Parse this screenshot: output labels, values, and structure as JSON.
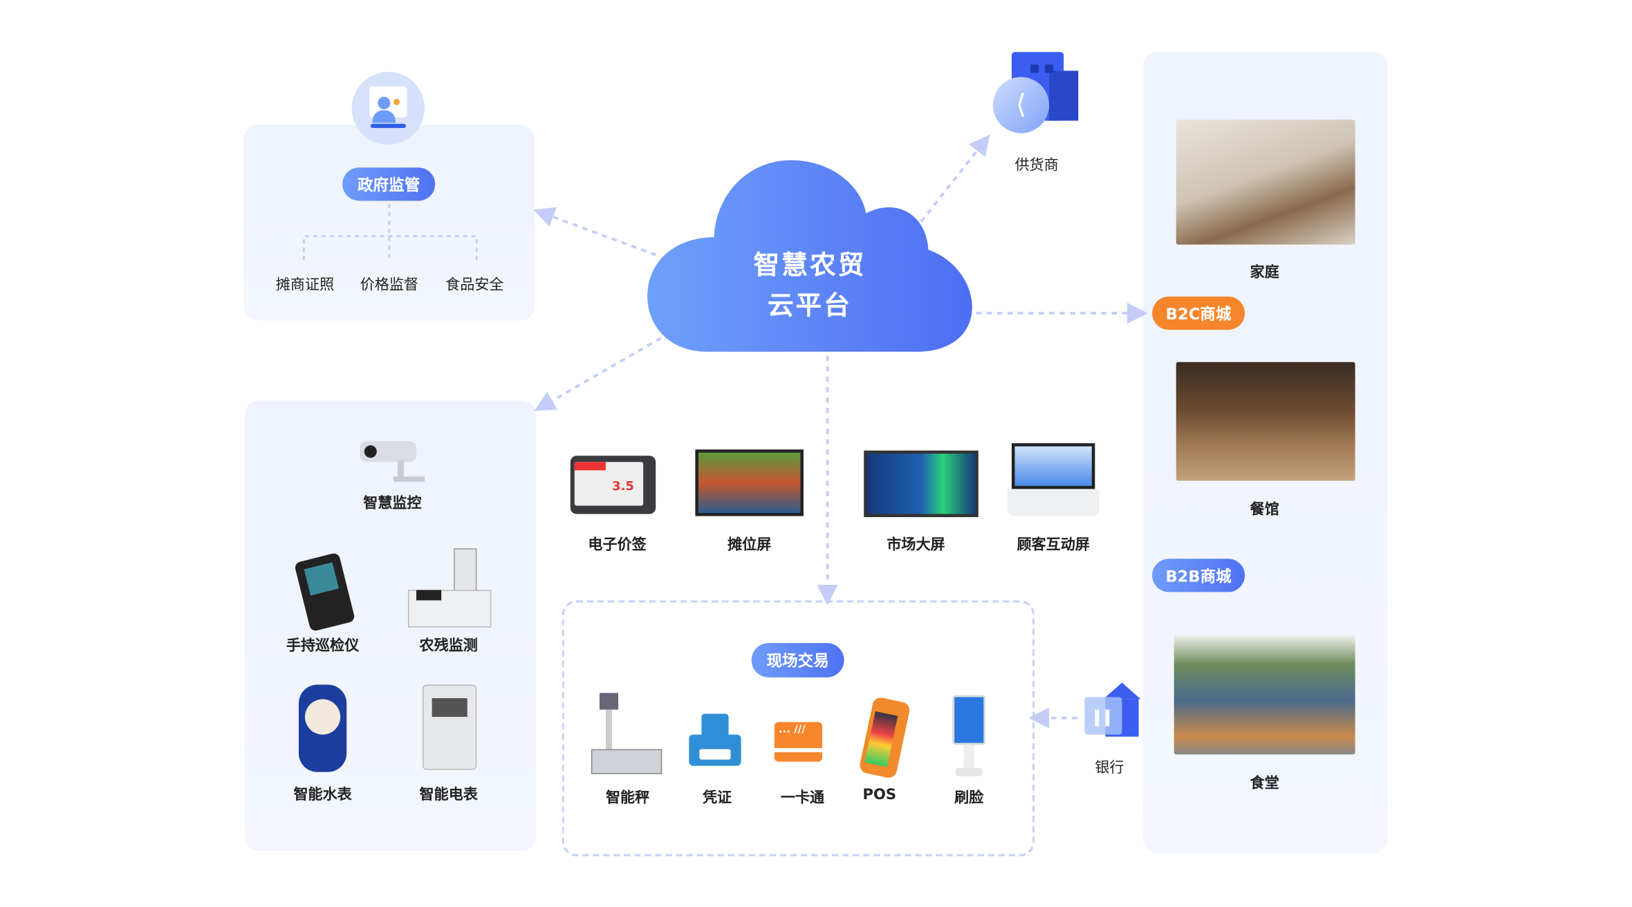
{
  "cloud": {
    "line1": "智慧农贸",
    "line2": "云平台"
  },
  "government": {
    "title": "政府监管",
    "items": [
      "摊商证照",
      "价格监督",
      "食品安全"
    ]
  },
  "supplier": {
    "label": "供货商"
  },
  "channels": {
    "b2c": "B2C商城",
    "b2b": "B2B商城",
    "items": [
      "家庭",
      "餐馆",
      "食堂"
    ]
  },
  "iot": {
    "items": [
      "智慧监控",
      "手持巡检仪",
      "农残监测",
      "智能水表",
      "智能电表"
    ]
  },
  "screens": {
    "items": [
      "电子价签",
      "摊位屏",
      "市场大屏",
      "顾客互动屏"
    ],
    "price_tag_value": "3.5"
  },
  "onsite": {
    "title": "现场交易",
    "items": [
      "智能秤",
      "凭证",
      "一卡通",
      "POS",
      "刷脸"
    ],
    "card_text": "... ///"
  },
  "bank": {
    "label": "银行"
  },
  "colors": {
    "primary": "#5b7ff5",
    "orange": "#f5862c",
    "panel": "#eef3fd",
    "arrow": "#c3cdf7"
  }
}
